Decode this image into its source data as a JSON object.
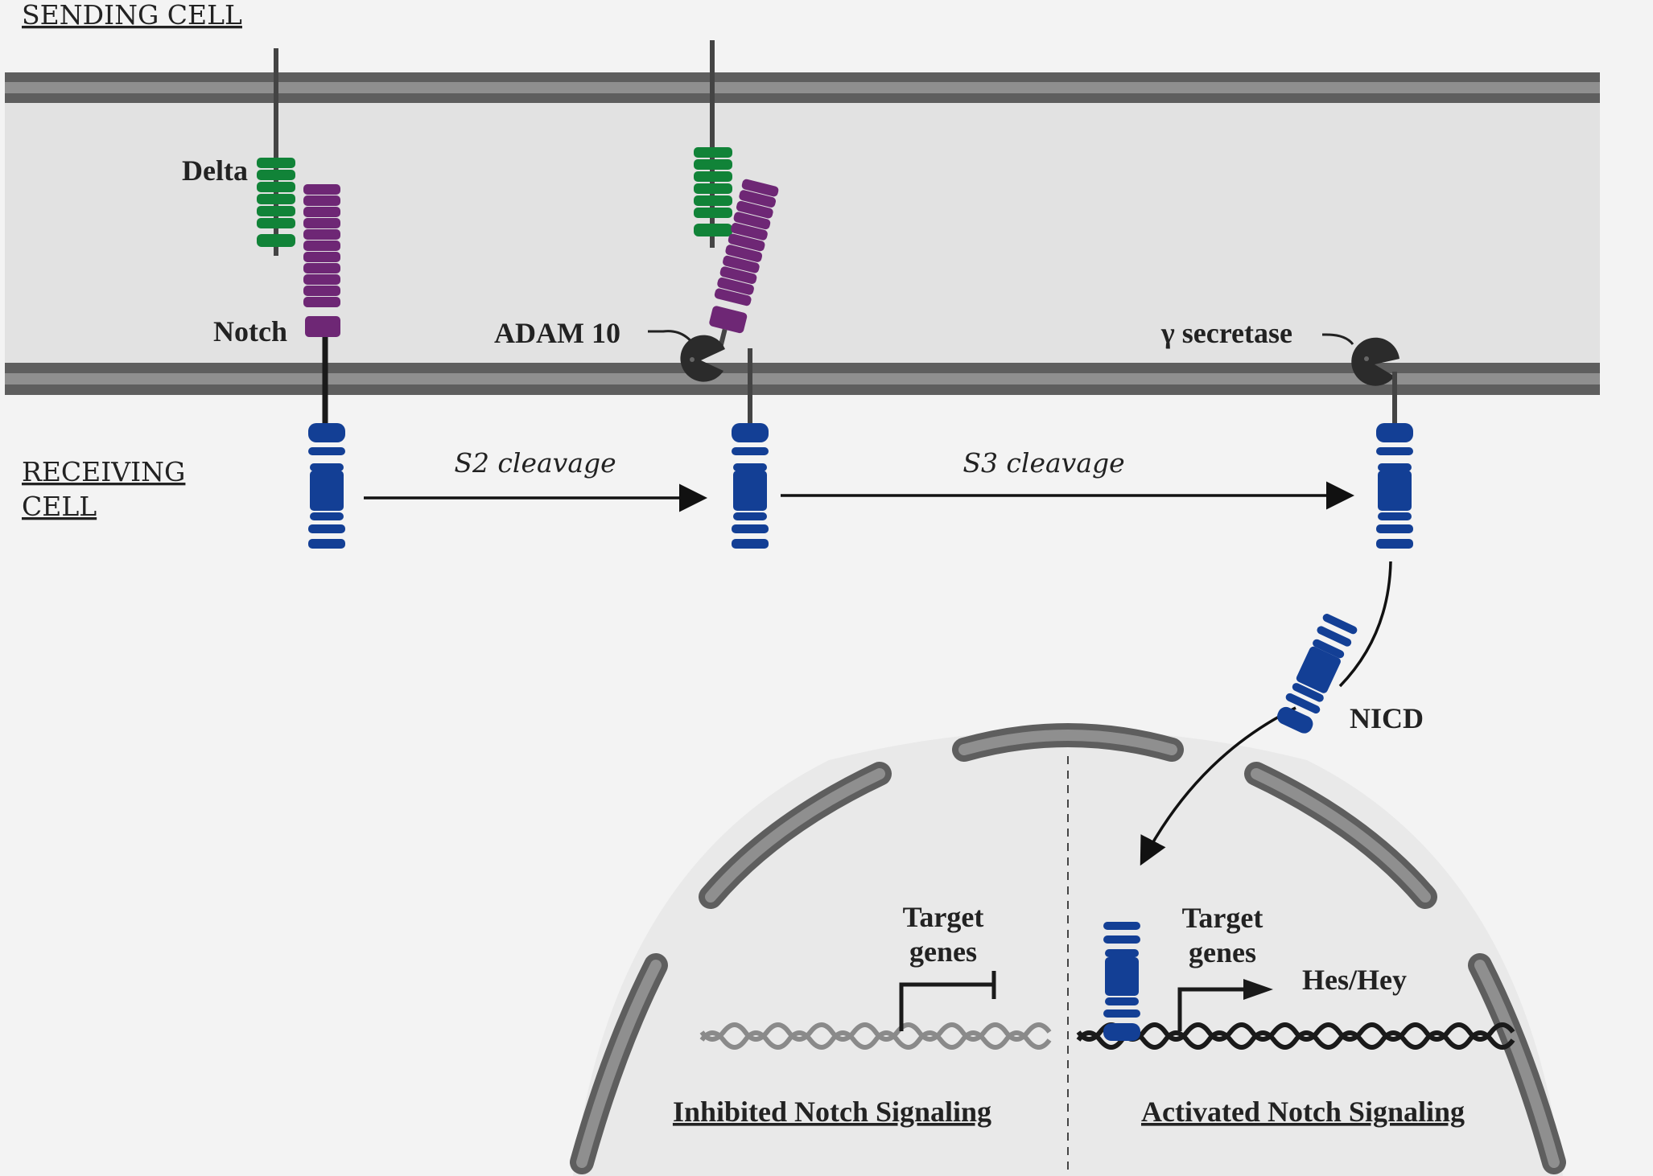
{
  "labels": {
    "sending_cell": "SENDING CELL",
    "receiving_cell_line1": "RECEIVING",
    "receiving_cell_line2": "CELL",
    "delta": "Delta",
    "notch": "Notch",
    "adam10": "ADAM 10",
    "gamma_secretase": "γ secretase",
    "s2_cleavage": "S2 cleavage",
    "s3_cleavage": "S3 cleavage",
    "nicd": "NICD",
    "target_genes_line1": "Target",
    "target_genes_line2": "genes",
    "hes_hey": "Hes/Hey",
    "inhibited": "Inhibited Notch Signaling",
    "activated": "Activated Notch Signaling"
  },
  "colors": {
    "background": "#f3f3f3",
    "intercellular_space": "#e2e2e2",
    "membrane_outer": "#5e5e5e",
    "membrane_inner": "#8f8f8f",
    "delta": "#118338",
    "notch_extracellular": "#6e2775",
    "notch_intracellular": "#133f95",
    "enzyme": "#2b2b2b",
    "dna_inactive": "#8a8a8a",
    "dna_active": "#1a1a1a",
    "nucleus_fill": "#e9e9e9"
  }
}
